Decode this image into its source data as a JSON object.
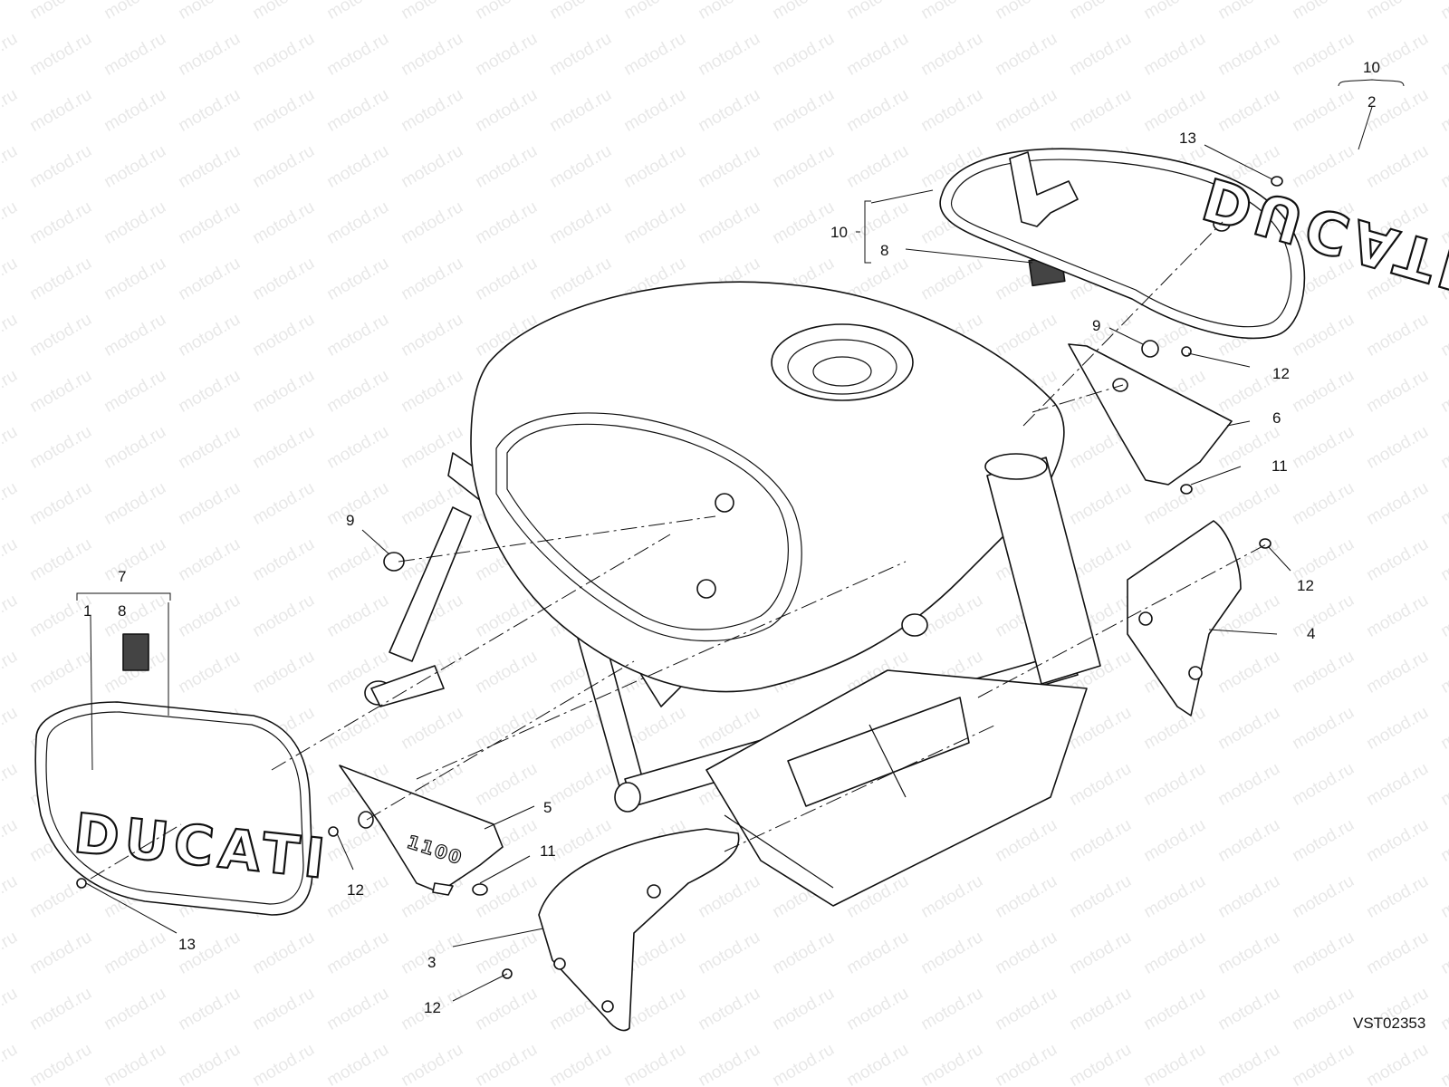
{
  "watermark": "motod.ru",
  "drawing_code": "VST02353",
  "logos": {
    "left_cover": "DUCATI",
    "right_cover": "DUCATI",
    "side_panel": "1100"
  },
  "callouts": {
    "c1": "1",
    "c2": "2",
    "c3": "3",
    "c4": "4",
    "c5": "5",
    "c6": "6",
    "c7": "7",
    "c8a": "8",
    "c8b": "8",
    "c9a": "9",
    "c9b": "9",
    "c10a": "10",
    "c10b": "10",
    "c11a": "11",
    "c11b": "11",
    "c12a": "12",
    "c12b": "12",
    "c12c": "12",
    "c12d": "12",
    "c13a": "13",
    "c13b": "13"
  }
}
